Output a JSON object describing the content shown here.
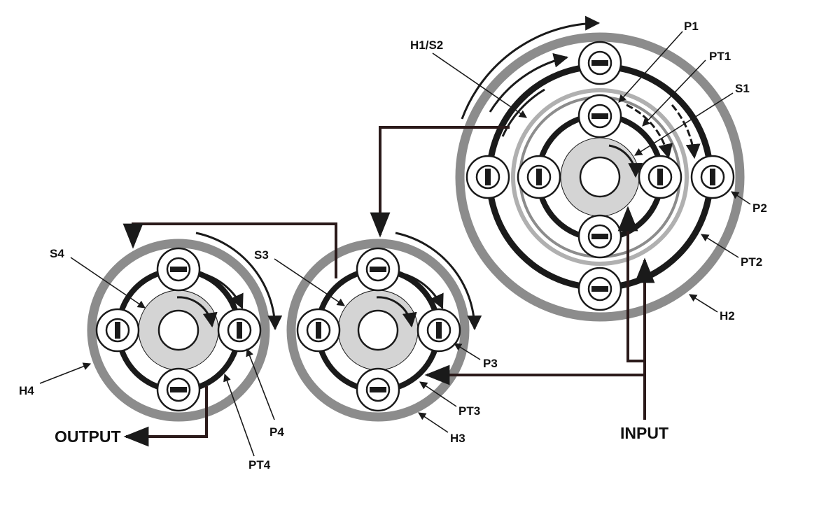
{
  "colors": {
    "ink": "#1a1a1a",
    "arrow": "#2b1a1a",
    "housing": "#8c8c8c",
    "sun": "#d4d4d4",
    "inner_ring": "#b0b0b0",
    "background": "#ffffff"
  },
  "labels": {
    "p1": "P1",
    "pt1": "PT1",
    "s1": "S1",
    "h1s2": "H1/S2",
    "p2": "P2",
    "pt2": "PT2",
    "h2": "H2",
    "s3": "S3",
    "p3": "P3",
    "pt3": "PT3",
    "h3": "H3",
    "s4": "S4",
    "h4": "H4",
    "p4": "P4",
    "pt4": "PT4",
    "input": "INPUT",
    "output": "OUTPUT"
  },
  "planet_sets": [
    {
      "id": "set1",
      "planets": 4
    },
    {
      "id": "set2",
      "planets": 4
    },
    {
      "id": "set3",
      "planets": 4
    },
    {
      "id": "set4",
      "planets": 4
    }
  ]
}
